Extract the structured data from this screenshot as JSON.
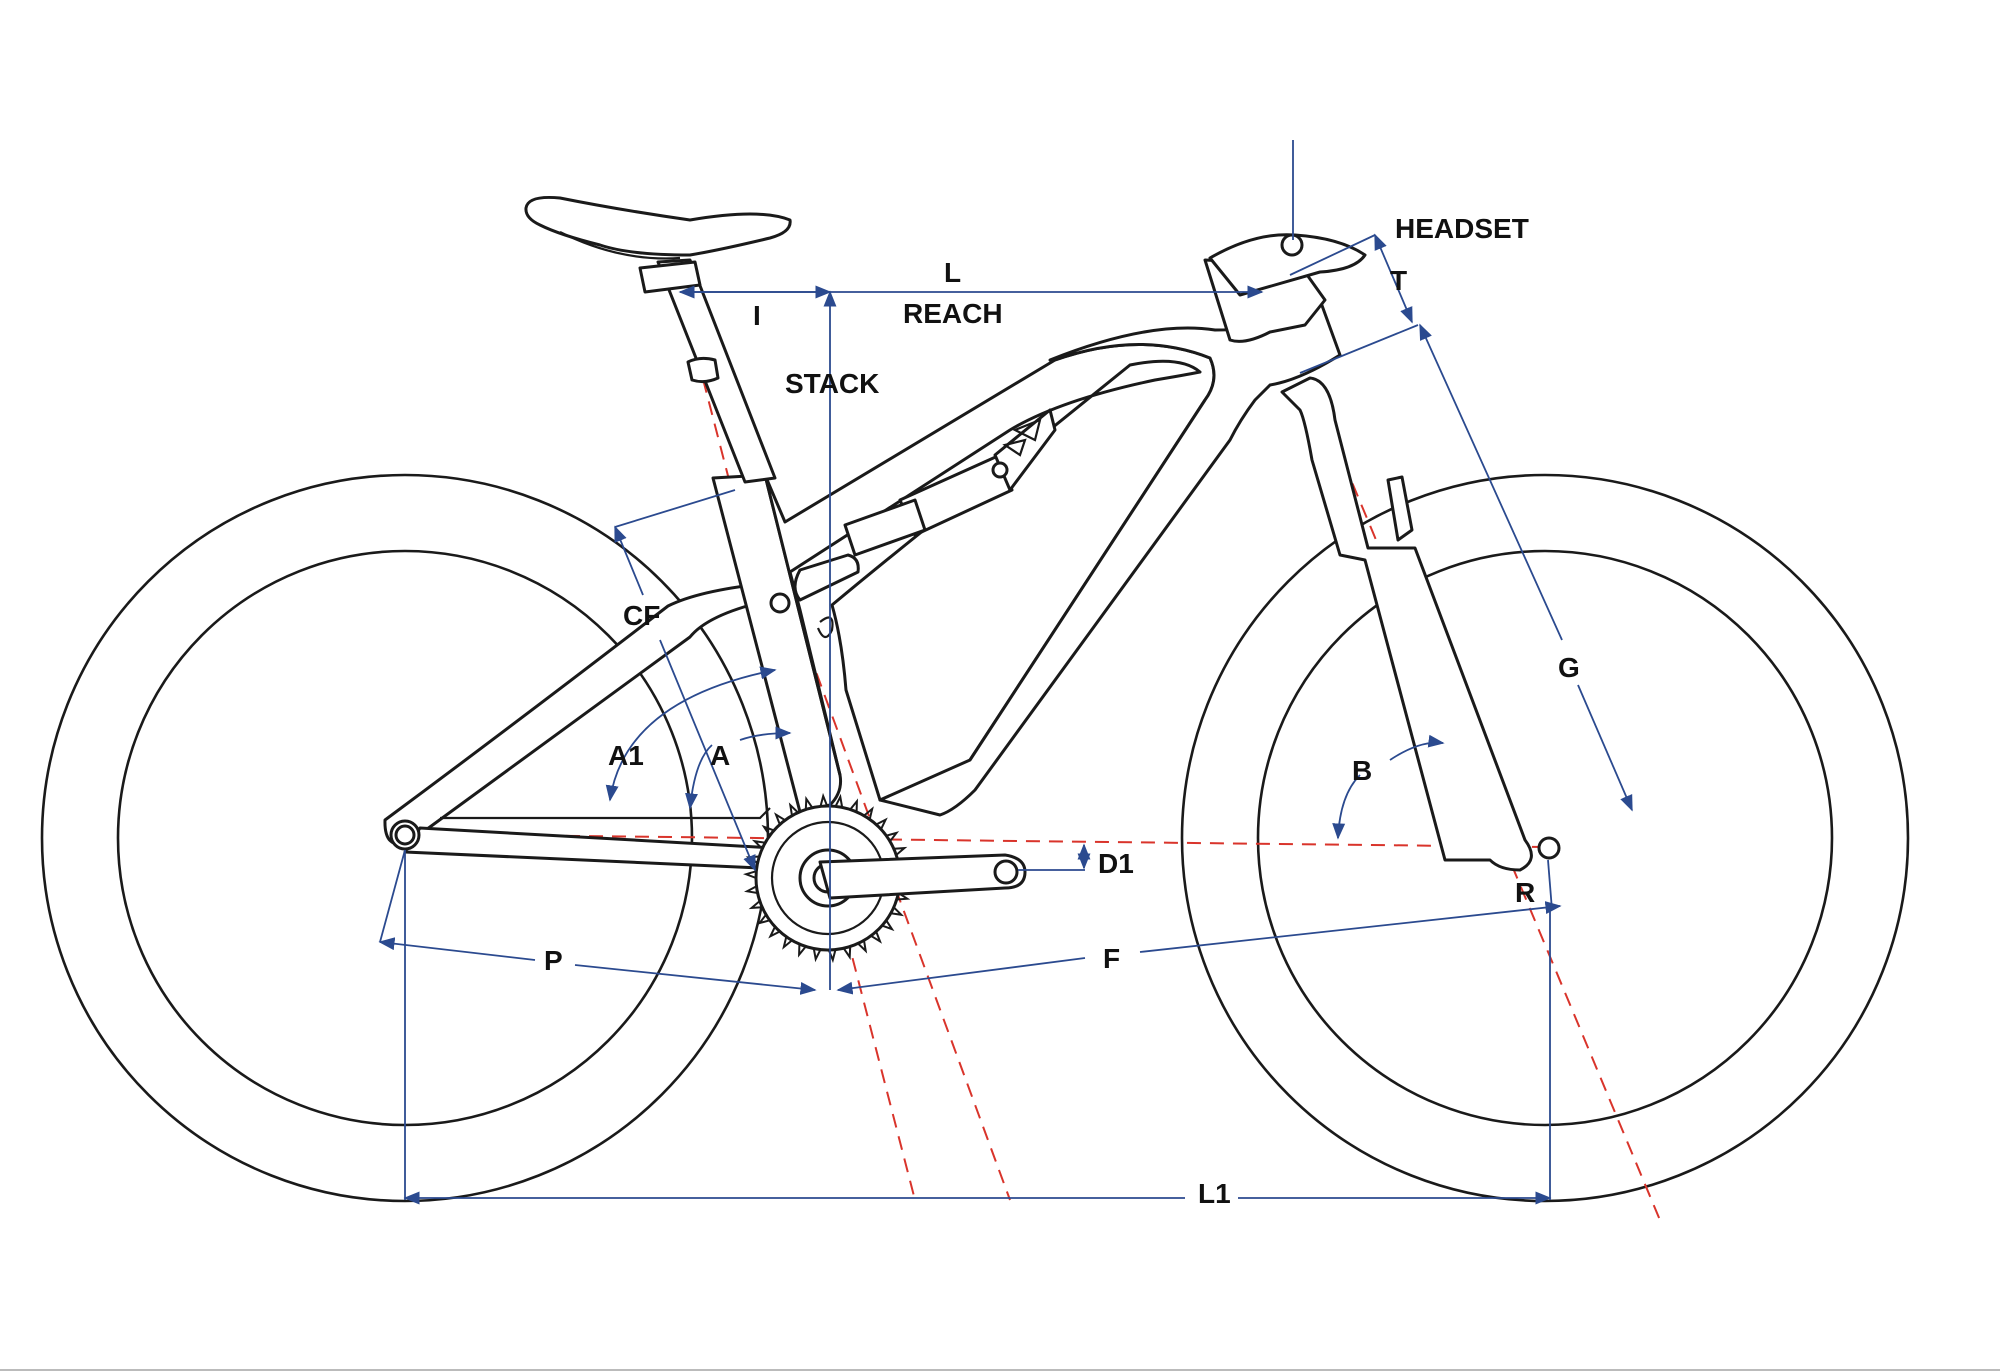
{
  "labels": {
    "headset": "HEADSET",
    "t": "T",
    "l": "L",
    "i": "I",
    "reach": "REACH",
    "stack": "STACK",
    "cf": "CF",
    "a1": "A1",
    "a": "A",
    "b": "B",
    "g": "G",
    "d1": "D1",
    "r": "R",
    "p": "P",
    "f": "F",
    "l1": "L1"
  },
  "colors": {
    "dimension_line": "#2b4a8f",
    "axis_dashed": "#d9342b",
    "outline": "#1a1a1a",
    "background": "#ffffff"
  }
}
